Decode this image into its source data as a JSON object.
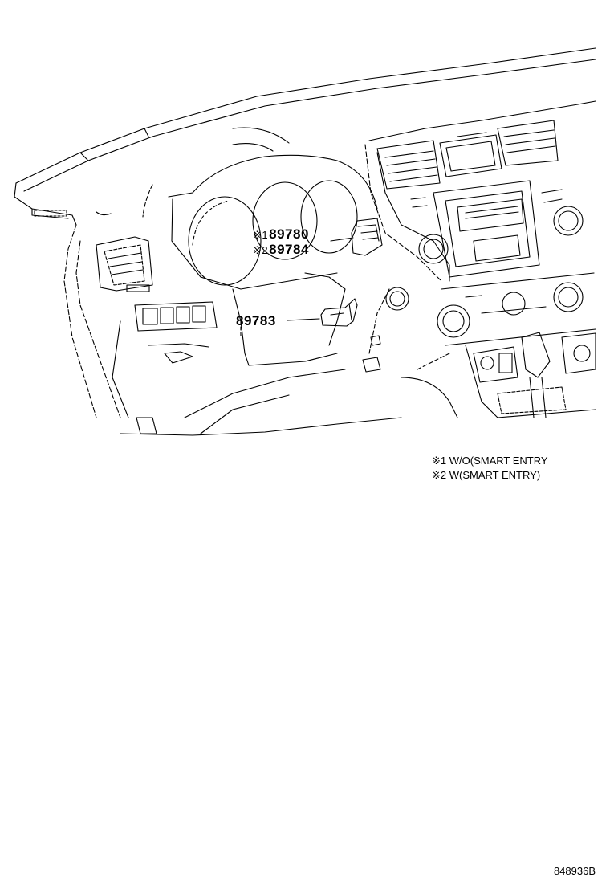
{
  "callouts": [
    {
      "mark": "※1",
      "part_number": "89780"
    },
    {
      "mark": "※2",
      "part_number": "89784"
    },
    {
      "mark": "",
      "part_number": "89783"
    }
  ],
  "legend": [
    {
      "mark": "※1",
      "text": "W/O(SMART ENTRY"
    },
    {
      "mark": "※2",
      "text": "W(SMART ENTRY)"
    }
  ],
  "drawing_id": "848936B"
}
